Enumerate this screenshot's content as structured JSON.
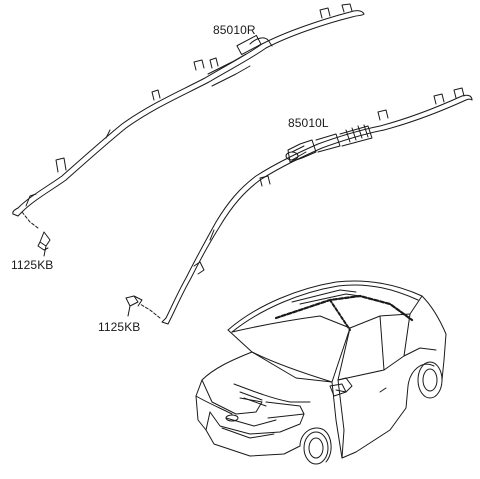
{
  "diagram": {
    "labels": {
      "curtain_airbag_right": "85010R",
      "curtain_airbag_left": "85010L",
      "bolt_upper": "1125KB",
      "bolt_lower": "1125KB"
    },
    "icons": {
      "airbag_right": "curtain-airbag-right-icon",
      "airbag_left": "curtain-airbag-left-icon",
      "bolt": "bolt-icon",
      "vehicle": "vehicle-icon"
    },
    "colors": {
      "line": "#1a1a1a",
      "background": "#ffffff"
    }
  }
}
